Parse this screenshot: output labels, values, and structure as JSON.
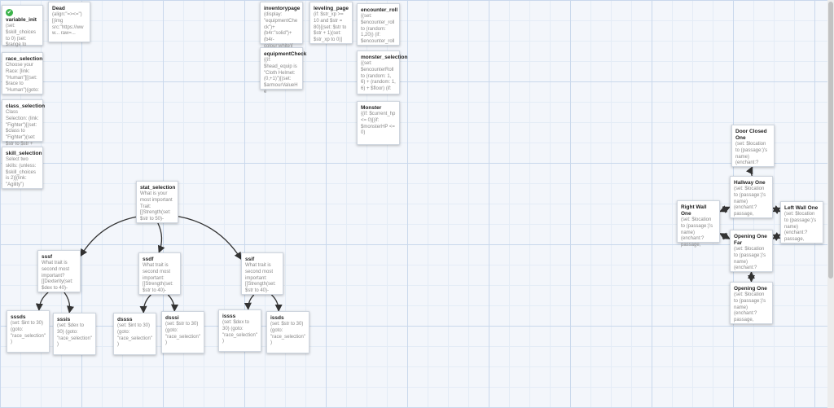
{
  "start_badge": "✔",
  "passages": [
    {
      "id": "variable_init",
      "title": "variable_init",
      "excerpt": "(set: $skill_choices to 0) (set: $range to",
      "start": true
    },
    {
      "id": "dead",
      "title": "Dead",
      "excerpt": "(align:\"=><=\")[(img src:\"https://www... raw=..."
    },
    {
      "id": "inventorypage",
      "title": "inventorypage",
      "excerpt": "(display: \"equipmentCheck\")+ (b4r:\"solid\")+ (b4r-colour:white)["
    },
    {
      "id": "leveling_page",
      "title": "leveling_page",
      "excerpt": "(if: $str_xp >= 10 and $str = 80)[(set: $str to $str + 1)(set: $str_xp to 0)]"
    },
    {
      "id": "encounter_roll",
      "title": "encounter_roll",
      "excerpt": "{(set: $encounter_roll to (random: 1,20)) (if: $encounter_roll"
    },
    {
      "id": "race_selection",
      "title": "race_selection",
      "excerpt": "Choose your Race: [link: \"Human\"][(set: $race to \"Human\")(goto:"
    },
    {
      "id": "equipmentCheck",
      "title": "equipmentCheck",
      "excerpt": "{(if: $head_equip is \"Cloth Helmet: (0,+1)\")[(set: $armourValueHe"
    },
    {
      "id": "monster_selection",
      "title": "monster_selection",
      "excerpt": "{(set: $encounterRoll to (random: 1, 6) + (random: 1, 6) + $floor) (if:"
    },
    {
      "id": "class_selection",
      "title": "class_selection",
      "excerpt": "Class Selection: (link: \"Fighter\")[(set: $class to \"Fighter\")(set: $str to $str +"
    },
    {
      "id": "monster",
      "title": "Monster",
      "excerpt": "{(if: $current_hp <= 0)[(if: $monsterHP <= 0)"
    },
    {
      "id": "skill_selection",
      "title": "skill_selection",
      "excerpt": "Select two skills: (unless: $skill_choices is 2)[(link: \"Agility\")"
    },
    {
      "id": "stat_selection",
      "title": "stat_selection",
      "excerpt": "What is your most important Trait: [[Strength(set: $str to 50)-"
    },
    {
      "id": "sssf",
      "title": "sssf",
      "excerpt": "What trait is second most important? [[Dexterity(set: $dex to 40)-"
    },
    {
      "id": "ssdf",
      "title": "ssdf",
      "excerpt": "What trait is second most important: [[Strength(set: $str to 40)-"
    },
    {
      "id": "ssif",
      "title": "ssif",
      "excerpt": "What trait is second most important: [[Strength(set: $str to 40)-"
    },
    {
      "id": "sssds",
      "title": "sssds",
      "excerpt": "(set: $int to 30) (goto: \"race_selection\")"
    },
    {
      "id": "sssis",
      "title": "sssis",
      "excerpt": "(set: $dex to 30) (goto: \"race_selection\")"
    },
    {
      "id": "dssss",
      "title": "dssss",
      "excerpt": "(set: $int to 30) (goto: \"race_selection\")"
    },
    {
      "id": "dsssi",
      "title": "dsssi",
      "excerpt": "(set: $str to 30) (goto: \"race_selection\")"
    },
    {
      "id": "issss",
      "title": "issss",
      "excerpt": "(set: $dex to 30) (goto: \"race_selection\")"
    },
    {
      "id": "issds",
      "title": "issds",
      "excerpt": "(set: $str to 30) (goto: \"race_selection\")"
    },
    {
      "id": "door_closed_one",
      "title": "Door Closed One",
      "excerpt": "(set: $location to (passage:)'s name) (enchant:?"
    },
    {
      "id": "hallway_one",
      "title": "Hallway One",
      "excerpt": "(set: $location to (passage:)'s name) (enchant:? passage,"
    },
    {
      "id": "right_wall_one",
      "title": "Right Wall One",
      "excerpt": "(set: $location to (passage:)'s name) (enchant:? passage,"
    },
    {
      "id": "left_wall_one",
      "title": "Left Wall One",
      "excerpt": "(set: $location to (passage:)'s name) (enchant:? passage,"
    },
    {
      "id": "opening_one_far",
      "title": "Opening One Far",
      "excerpt": "(set: $location to (passage:)'s name) (enchant:?"
    },
    {
      "id": "opening_one",
      "title": "Opening One",
      "excerpt": "(set: $location to (passage:)'s name) (enchant:? passage,"
    }
  ],
  "links": [
    {
      "from": "stat_selection",
      "to": "sssf"
    },
    {
      "from": "stat_selection",
      "to": "ssdf"
    },
    {
      "from": "stat_selection",
      "to": "ssif"
    },
    {
      "from": "sssf",
      "to": "sssds"
    },
    {
      "from": "sssf",
      "to": "sssis"
    },
    {
      "from": "ssdf",
      "to": "dssss"
    },
    {
      "from": "ssdf",
      "to": "dsssi"
    },
    {
      "from": "ssif",
      "to": "issss"
    },
    {
      "from": "ssif",
      "to": "issds"
    },
    {
      "from": "hallway_one",
      "to": "door_closed_one"
    },
    {
      "from": "hallway_one",
      "to": "right_wall_one",
      "bidir": true
    },
    {
      "from": "hallway_one",
      "to": "left_wall_one",
      "bidir": true
    },
    {
      "from": "opening_one_far",
      "to": "right_wall_one",
      "bidir": true
    },
    {
      "from": "opening_one_far",
      "to": "left_wall_one",
      "bidir": true
    },
    {
      "from": "opening_one",
      "to": "opening_one_far",
      "bidir": true
    }
  ]
}
